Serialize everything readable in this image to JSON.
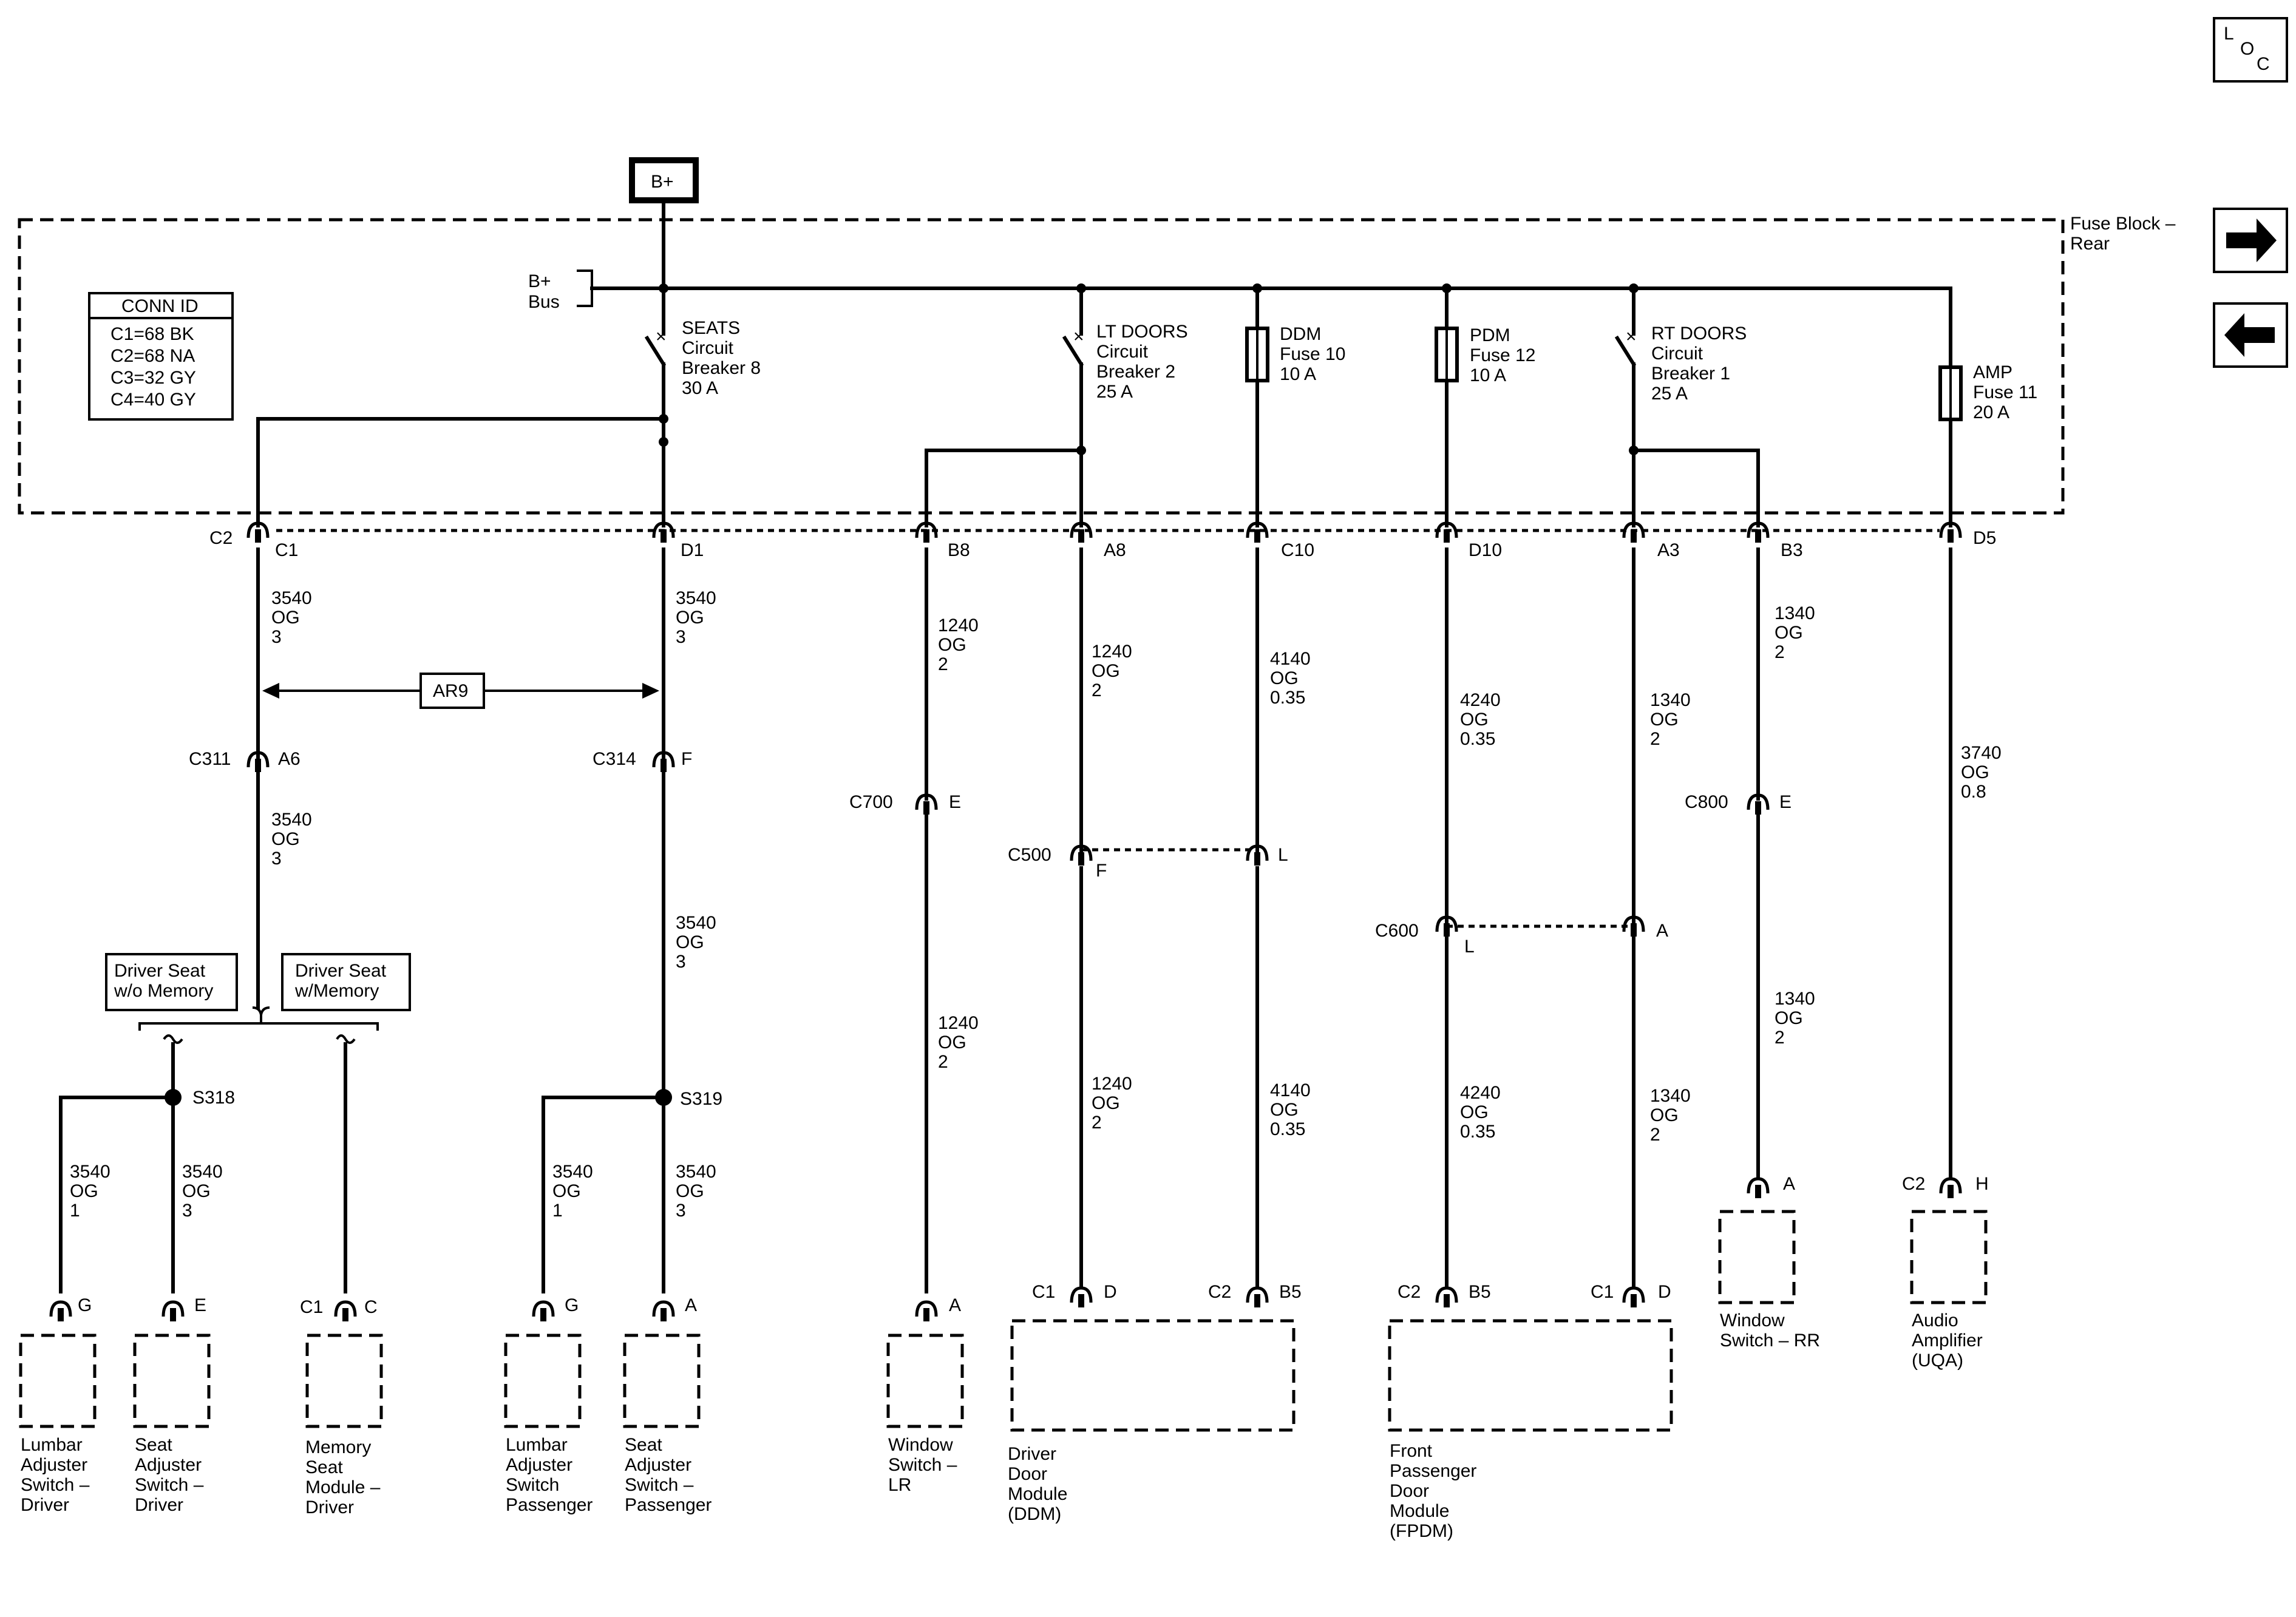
{
  "header": {
    "loc_line1": "L",
    "loc_line2": "O",
    "loc_line3": "C",
    "bplus_label": "B+"
  },
  "fuse_block": {
    "label_line1": "Fuse Block –",
    "label_line2": "Rear",
    "bus_line1": "B+",
    "bus_line2": "Bus"
  },
  "nav": {
    "next_icon": "arrow-right-icon",
    "prev_icon": "arrow-left-icon"
  },
  "conn_id": {
    "title": "CONN ID",
    "rows": [
      "C1=68 BK",
      "C2=68 NA",
      "C3=32 GY",
      "C4=40 GY"
    ]
  },
  "protection": [
    {
      "l1": "SEATS",
      "l2": "Circuit",
      "l3": "Breaker 8",
      "l4": "30 A"
    },
    {
      "l1": "LT DOORS",
      "l2": "Circuit",
      "l3": "Breaker 2",
      "l4": "25 A"
    },
    {
      "l1": "DDM",
      "l2": "Fuse 10",
      "l3": "10 A"
    },
    {
      "l1": "PDM",
      "l2": "Fuse 12",
      "l3": "10 A"
    },
    {
      "l1": "RT DOORS",
      "l2": "Circuit",
      "l3": "Breaker 1",
      "l4": "25 A"
    },
    {
      "l1": "AMP",
      "l2": "Fuse 11",
      "l3": "20 A"
    }
  ],
  "block_pins": [
    {
      "conn": "C2",
      "pin": "C1"
    },
    {
      "pin": "D1"
    },
    {
      "pin": "B8"
    },
    {
      "pin": "A8"
    },
    {
      "pin": "C10"
    },
    {
      "pin": "D10"
    },
    {
      "pin": "A3"
    },
    {
      "pin": "B3"
    },
    {
      "pin": "D5"
    }
  ],
  "wire_labels": [
    {
      "c": "3540",
      "col": "OG",
      "g": "3"
    },
    {
      "c": "3540",
      "col": "OG",
      "g": "3"
    },
    {
      "c": "1240",
      "col": "OG",
      "g": "2"
    },
    {
      "c": "1240",
      "col": "OG",
      "g": "2"
    },
    {
      "c": "4140",
      "col": "OG",
      "g": "0.35"
    },
    {
      "c": "4240",
      "col": "OG",
      "g": "0.35"
    },
    {
      "c": "1340",
      "col": "OG",
      "g": "2"
    },
    {
      "c": "1340",
      "col": "OG",
      "g": "2"
    },
    {
      "c": "3740",
      "col": "OG",
      "g": "0.8"
    },
    {
      "c": "3540",
      "col": "OG",
      "g": "3"
    },
    {
      "c": "3540",
      "col": "OG",
      "g": "3"
    },
    {
      "c": "1240",
      "col": "OG",
      "g": "2"
    },
    {
      "c": "1240",
      "col": "OG",
      "g": "2"
    },
    {
      "c": "4140",
      "col": "OG",
      "g": "0.35"
    },
    {
      "c": "4240",
      "col": "OG",
      "g": "0.35"
    },
    {
      "c": "1340",
      "col": "OG",
      "g": "2"
    },
    {
      "c": "1340",
      "col": "OG",
      "g": "2"
    },
    {
      "c": "3540",
      "col": "OG",
      "g": "1"
    },
    {
      "c": "3540",
      "col": "OG",
      "g": "3"
    },
    {
      "c": "3540",
      "col": "OG",
      "g": "1"
    },
    {
      "c": "3540",
      "col": "OG",
      "g": "3"
    }
  ],
  "ar9": "AR9",
  "inline": {
    "c311": "C311",
    "c311_pin": "A6",
    "c314": "C314",
    "c314_pin": "F",
    "c700": "C700",
    "c700_pin": "E",
    "c800": "C800",
    "c800_pin": "E",
    "c500": "C500",
    "c500_pin1": "F",
    "c500_pin2": "L",
    "c600": "C600",
    "c600_pin1": "L",
    "c600_pin2": "A"
  },
  "options": {
    "no_mem_l1": "Driver Seat",
    "no_mem_l2": "w/o Memory",
    "mem_l1": "Driver Seat",
    "mem_l2": "w/Memory"
  },
  "splices": {
    "s318": "S318",
    "s319": "S319"
  },
  "comp_pins": [
    {
      "pin": "G"
    },
    {
      "pin": "E"
    },
    {
      "conn": "C1",
      "pin": "C"
    },
    {
      "pin": "G"
    },
    {
      "pin": "A"
    },
    {
      "pin": "A"
    },
    {
      "conn": "C1",
      "pin": "D"
    },
    {
      "conn": "C2",
      "pin": "B5"
    },
    {
      "conn": "C2",
      "pin": "B5"
    },
    {
      "conn": "C1",
      "pin": "D"
    },
    {
      "pin": "A"
    },
    {
      "conn": "C2",
      "pin": "H"
    }
  ],
  "components": [
    [
      "Lumbar",
      "Adjuster",
      "Switch –",
      "Driver"
    ],
    [
      "Seat",
      "Adjuster",
      "Switch –",
      "Driver"
    ],
    [
      "Memory",
      "Seat",
      "Module –",
      "Driver"
    ],
    [
      "Lumbar",
      "Adjuster",
      "Switch",
      "Passenger"
    ],
    [
      "Seat",
      "Adjuster",
      "Switch –",
      "Passenger"
    ],
    [
      "Window",
      "Switch –",
      "LR"
    ],
    [
      "Driver",
      "Door",
      "Module",
      "(DDM)"
    ],
    [
      "Front",
      "Passenger",
      "Door",
      "Module",
      "(FPDM)"
    ],
    [
      "Window",
      "Switch – RR"
    ],
    [
      "Audio",
      "Amplifier",
      "(UQA)"
    ]
  ]
}
